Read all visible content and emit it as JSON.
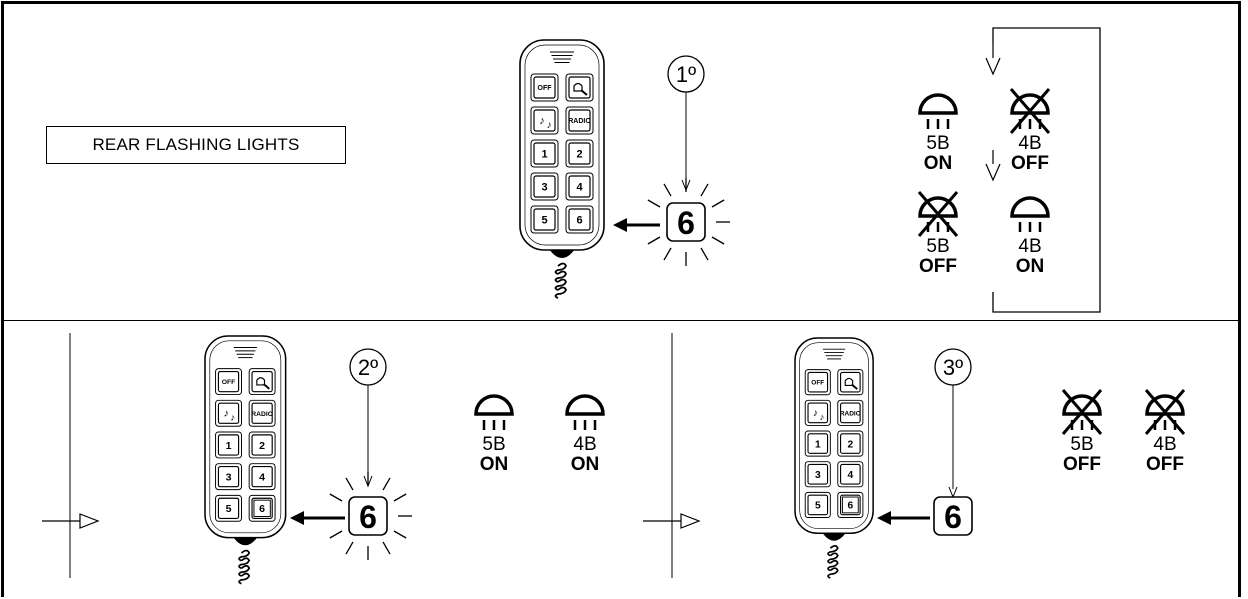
{
  "title": "REAR FLASHING LIGHTS",
  "remote": {
    "buttons": [
      {
        "label": "OFF"
      },
      {
        "icon": "siren-icon"
      },
      {
        "icon": "music-notes-icon"
      },
      {
        "label": "RADIO"
      },
      {
        "label": "1"
      },
      {
        "label": "2"
      },
      {
        "label": "3"
      },
      {
        "label": "4"
      },
      {
        "label": "5"
      },
      {
        "label": "6"
      }
    ]
  },
  "pressed_button": "6",
  "steps": [
    {
      "label": "1º",
      "flashing": true,
      "cycle": true,
      "states": [
        {
          "lights": [
            {
              "id": "5B",
              "status": "ON"
            },
            {
              "id": "4B",
              "status": "OFF"
            }
          ]
        },
        {
          "lights": [
            {
              "id": "5B",
              "status": "OFF"
            },
            {
              "id": "4B",
              "status": "ON"
            }
          ]
        }
      ]
    },
    {
      "label": "2º",
      "flashing": true,
      "states": [
        {
          "lights": [
            {
              "id": "5B",
              "status": "ON"
            },
            {
              "id": "4B",
              "status": "ON"
            }
          ]
        }
      ]
    },
    {
      "label": "3º",
      "flashing": false,
      "states": [
        {
          "lights": [
            {
              "id": "5B",
              "status": "OFF"
            },
            {
              "id": "4B",
              "status": "OFF"
            }
          ]
        }
      ]
    }
  ]
}
